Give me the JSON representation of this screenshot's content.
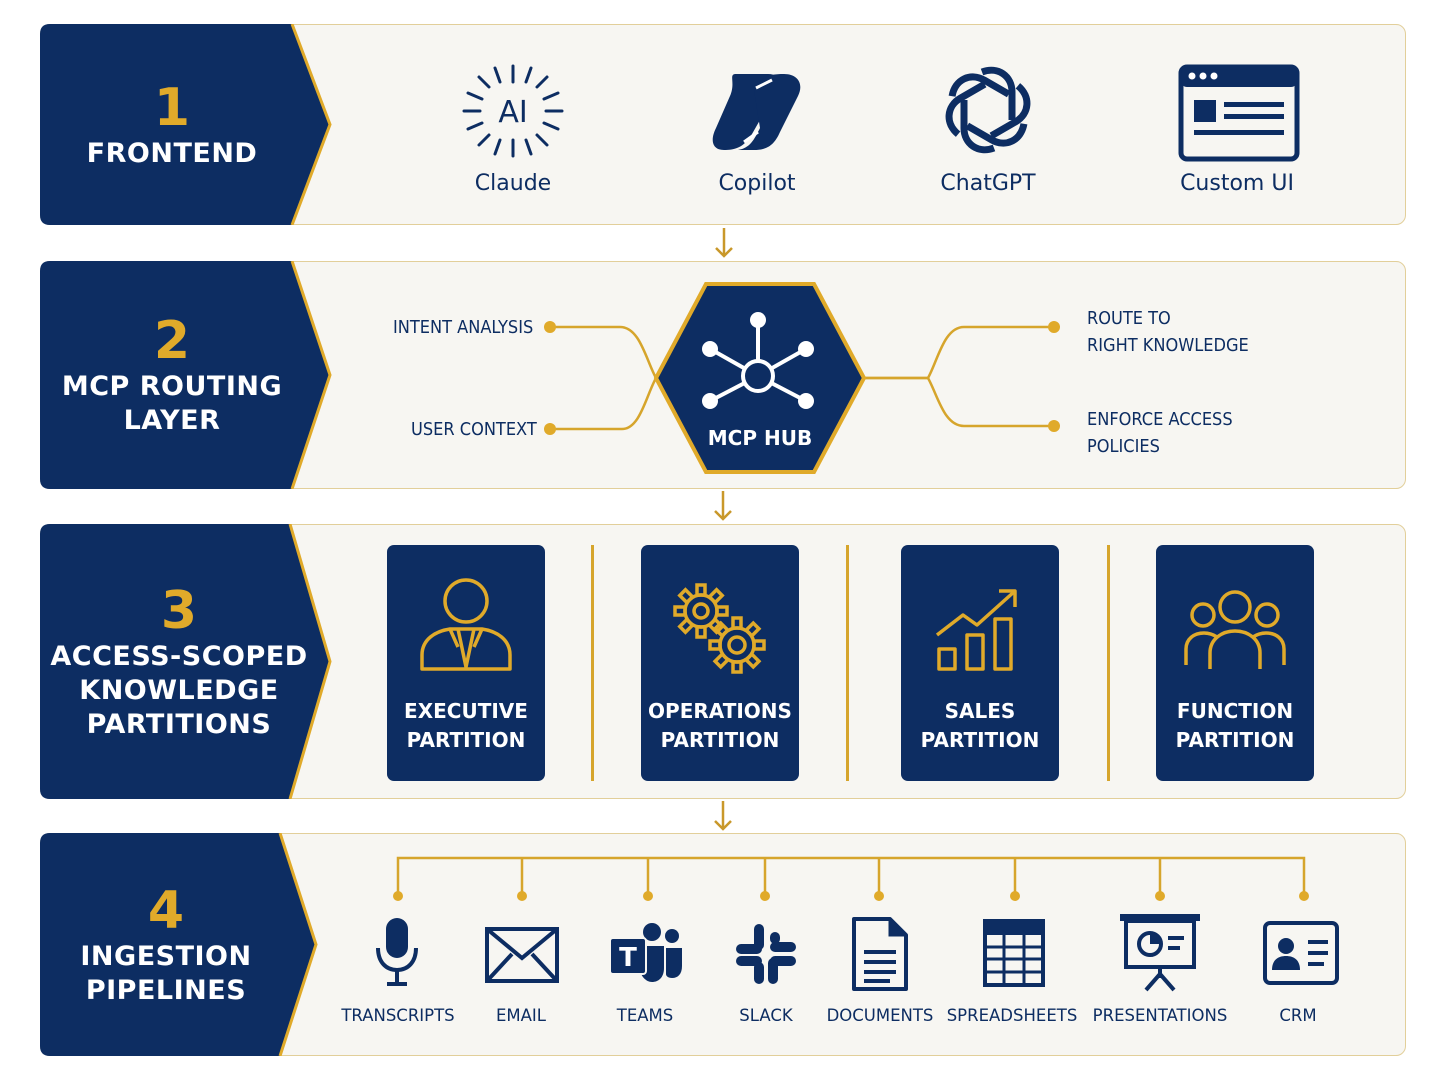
{
  "layers": [
    {
      "number": "1",
      "title": [
        "FRONTEND"
      ]
    },
    {
      "number": "2",
      "title": [
        "MCP ROUTING",
        "LAYER"
      ]
    },
    {
      "number": "3",
      "title": [
        "ACCESS-SCOPED",
        "KNOWLEDGE",
        "PARTITIONS"
      ]
    },
    {
      "number": "4",
      "title": [
        "INGESTION",
        "PIPELINES"
      ]
    }
  ],
  "frontend": {
    "apps": [
      {
        "label": "Claude",
        "icon": "ai-sparkle-icon",
        "icon_text": "AI"
      },
      {
        "label": "Copilot",
        "icon": "copilot-icon"
      },
      {
        "label": "ChatGPT",
        "icon": "chatgpt-icon"
      },
      {
        "label": "Custom UI",
        "icon": "browser-window-icon"
      }
    ]
  },
  "routing": {
    "hub_label": "MCP HUB",
    "inputs": [
      "INTENT ANALYSIS",
      "USER CONTEXT"
    ],
    "outputs": [
      [
        "ROUTE TO",
        "RIGHT KNOWLEDGE"
      ],
      [
        "ENFORCE ACCESS",
        "POLICIES"
      ]
    ]
  },
  "partitions": [
    {
      "label": [
        "EXECUTIVE",
        "PARTITION"
      ],
      "icon": "executive-person-icon"
    },
    {
      "label": [
        "OPERATIONS",
        "PARTITION"
      ],
      "icon": "gears-icon"
    },
    {
      "label": [
        "SALES",
        "PARTITION"
      ],
      "icon": "growth-chart-icon"
    },
    {
      "label": [
        "FUNCTION",
        "PARTITION"
      ],
      "icon": "team-icon"
    }
  ],
  "sources": [
    {
      "label": "TRANSCRIPTS",
      "icon": "microphone-icon"
    },
    {
      "label": "EMAIL",
      "icon": "envelope-icon"
    },
    {
      "label": "TEAMS",
      "icon": "teams-icon",
      "icon_text": "T"
    },
    {
      "label": "SLACK",
      "icon": "slack-icon"
    },
    {
      "label": "DOCUMENTS",
      "icon": "document-icon"
    },
    {
      "label": "SPREADSHEETS",
      "icon": "spreadsheet-icon"
    },
    {
      "label": "PRESENTATIONS",
      "icon": "presentation-icon"
    },
    {
      "label": "CRM",
      "icon": "contact-card-icon"
    }
  ],
  "colors": {
    "navy": "#0d2d62",
    "gold": "#e0aa2a",
    "panel": "#f7f6f2",
    "border": "#e2cf9a"
  }
}
